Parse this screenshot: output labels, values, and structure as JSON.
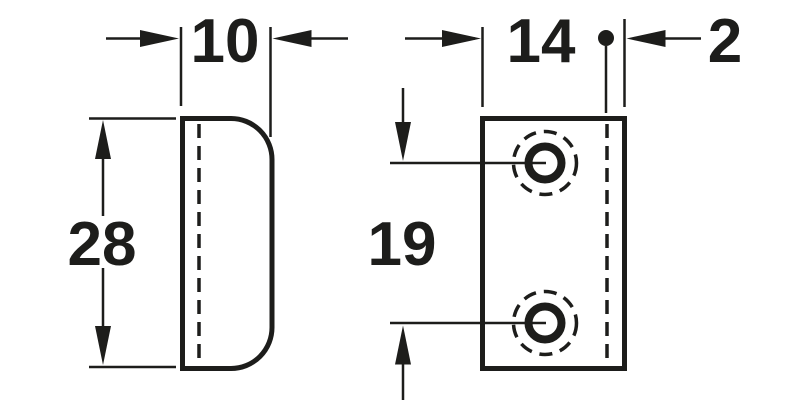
{
  "drawing": {
    "background": "#ffffff",
    "ink": "#1d1d1b",
    "views": {
      "side": {
        "width_dim": "10",
        "height_dim": "28"
      },
      "front": {
        "width_dim": "14",
        "edge_distance_dim": "2",
        "hole_spacing_dim": "19"
      }
    }
  }
}
